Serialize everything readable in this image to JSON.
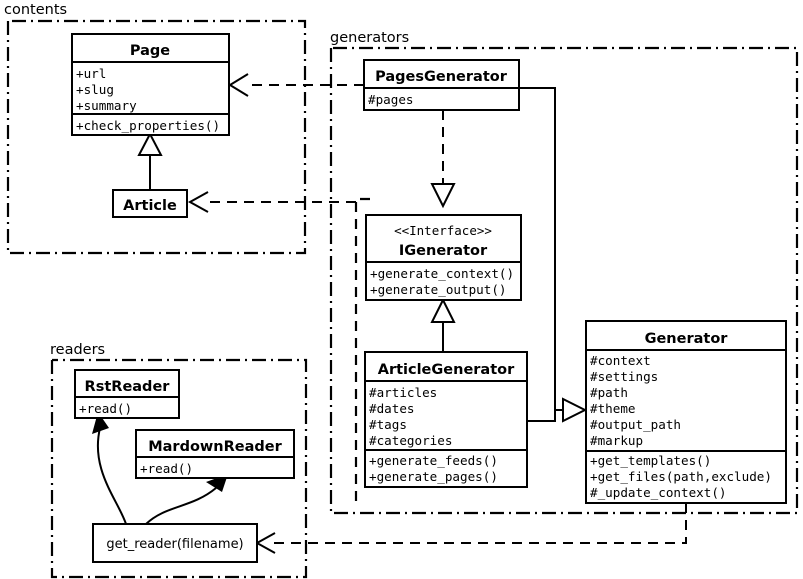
{
  "diagram": {
    "title": "UML class diagram",
    "background_color": "#ffffff",
    "line_color": "#000000"
  },
  "packages": [
    {
      "id": "contents",
      "label": "contents"
    },
    {
      "id": "generators",
      "label": "generators"
    },
    {
      "id": "readers",
      "label": "readers"
    }
  ],
  "classes": {
    "page": {
      "name": "Page",
      "attributes": [
        "+url",
        "+slug",
        "+summary"
      ],
      "methods": [
        "+check_properties()"
      ]
    },
    "article": {
      "name": "Article",
      "attributes": [],
      "methods": []
    },
    "pages_generator": {
      "name": "PagesGenerator",
      "attributes": [
        "#pages"
      ],
      "methods": []
    },
    "igenerator": {
      "stereotype": "<<Interface>>",
      "name": "IGenerator",
      "attributes": [],
      "methods": [
        "+generate_context()",
        "+generate_output()"
      ]
    },
    "article_generator": {
      "name": "ArticleGenerator",
      "attributes": [
        "#articles",
        "#dates",
        "#tags",
        "#categories"
      ],
      "methods": [
        "+generate_feeds()",
        "+generate_pages()"
      ]
    },
    "generator": {
      "name": "Generator",
      "attributes": [
        "#context",
        "#settings",
        "#path",
        "#theme",
        "#output_path",
        "#markup"
      ],
      "methods": [
        "+get_templates()",
        "+get_files(path,exclude)",
        "#_update_context()"
      ]
    },
    "rst_reader": {
      "name": "RstReader",
      "attributes": [],
      "methods": [
        "+read()"
      ]
    },
    "mardown_reader": {
      "name": "MardownReader",
      "attributes": [],
      "methods": [
        "+read()"
      ]
    }
  },
  "functions": {
    "get_reader": {
      "label": "get_reader(filename)"
    }
  },
  "relations": [
    {
      "id": "article-inherits-page",
      "from": "Article",
      "to": "Page",
      "type": "generalization"
    },
    {
      "id": "pagesgenerator-realizes-igenerator",
      "from": "PagesGenerator",
      "to": "IGenerator",
      "type": "realization"
    },
    {
      "id": "articlegenerator-realizes-igenerator",
      "from": "ArticleGenerator",
      "to": "IGenerator",
      "type": "realization"
    },
    {
      "id": "pagesgenerator-inherits-generator",
      "from": "PagesGenerator",
      "to": "Generator",
      "type": "generalization"
    },
    {
      "id": "articlegenerator-inherits-generator",
      "from": "ArticleGenerator",
      "to": "Generator",
      "type": "generalization"
    },
    {
      "id": "pagesgenerator-depends-page",
      "from": "PagesGenerator",
      "to": "Page",
      "type": "dependency"
    },
    {
      "id": "articlegenerator-depends-article",
      "from": "ArticleGenerator",
      "to": "Article",
      "type": "dependency"
    },
    {
      "id": "generator-depends-get-reader",
      "from": "Generator",
      "to": "get_reader(filename)",
      "type": "dependency"
    },
    {
      "id": "get-reader-creates-rstreader",
      "from": "get_reader(filename)",
      "to": "RstReader",
      "type": "create"
    },
    {
      "id": "get-reader-creates-mardownreader",
      "from": "get_reader(filename)",
      "to": "MardownReader",
      "type": "create"
    }
  ]
}
